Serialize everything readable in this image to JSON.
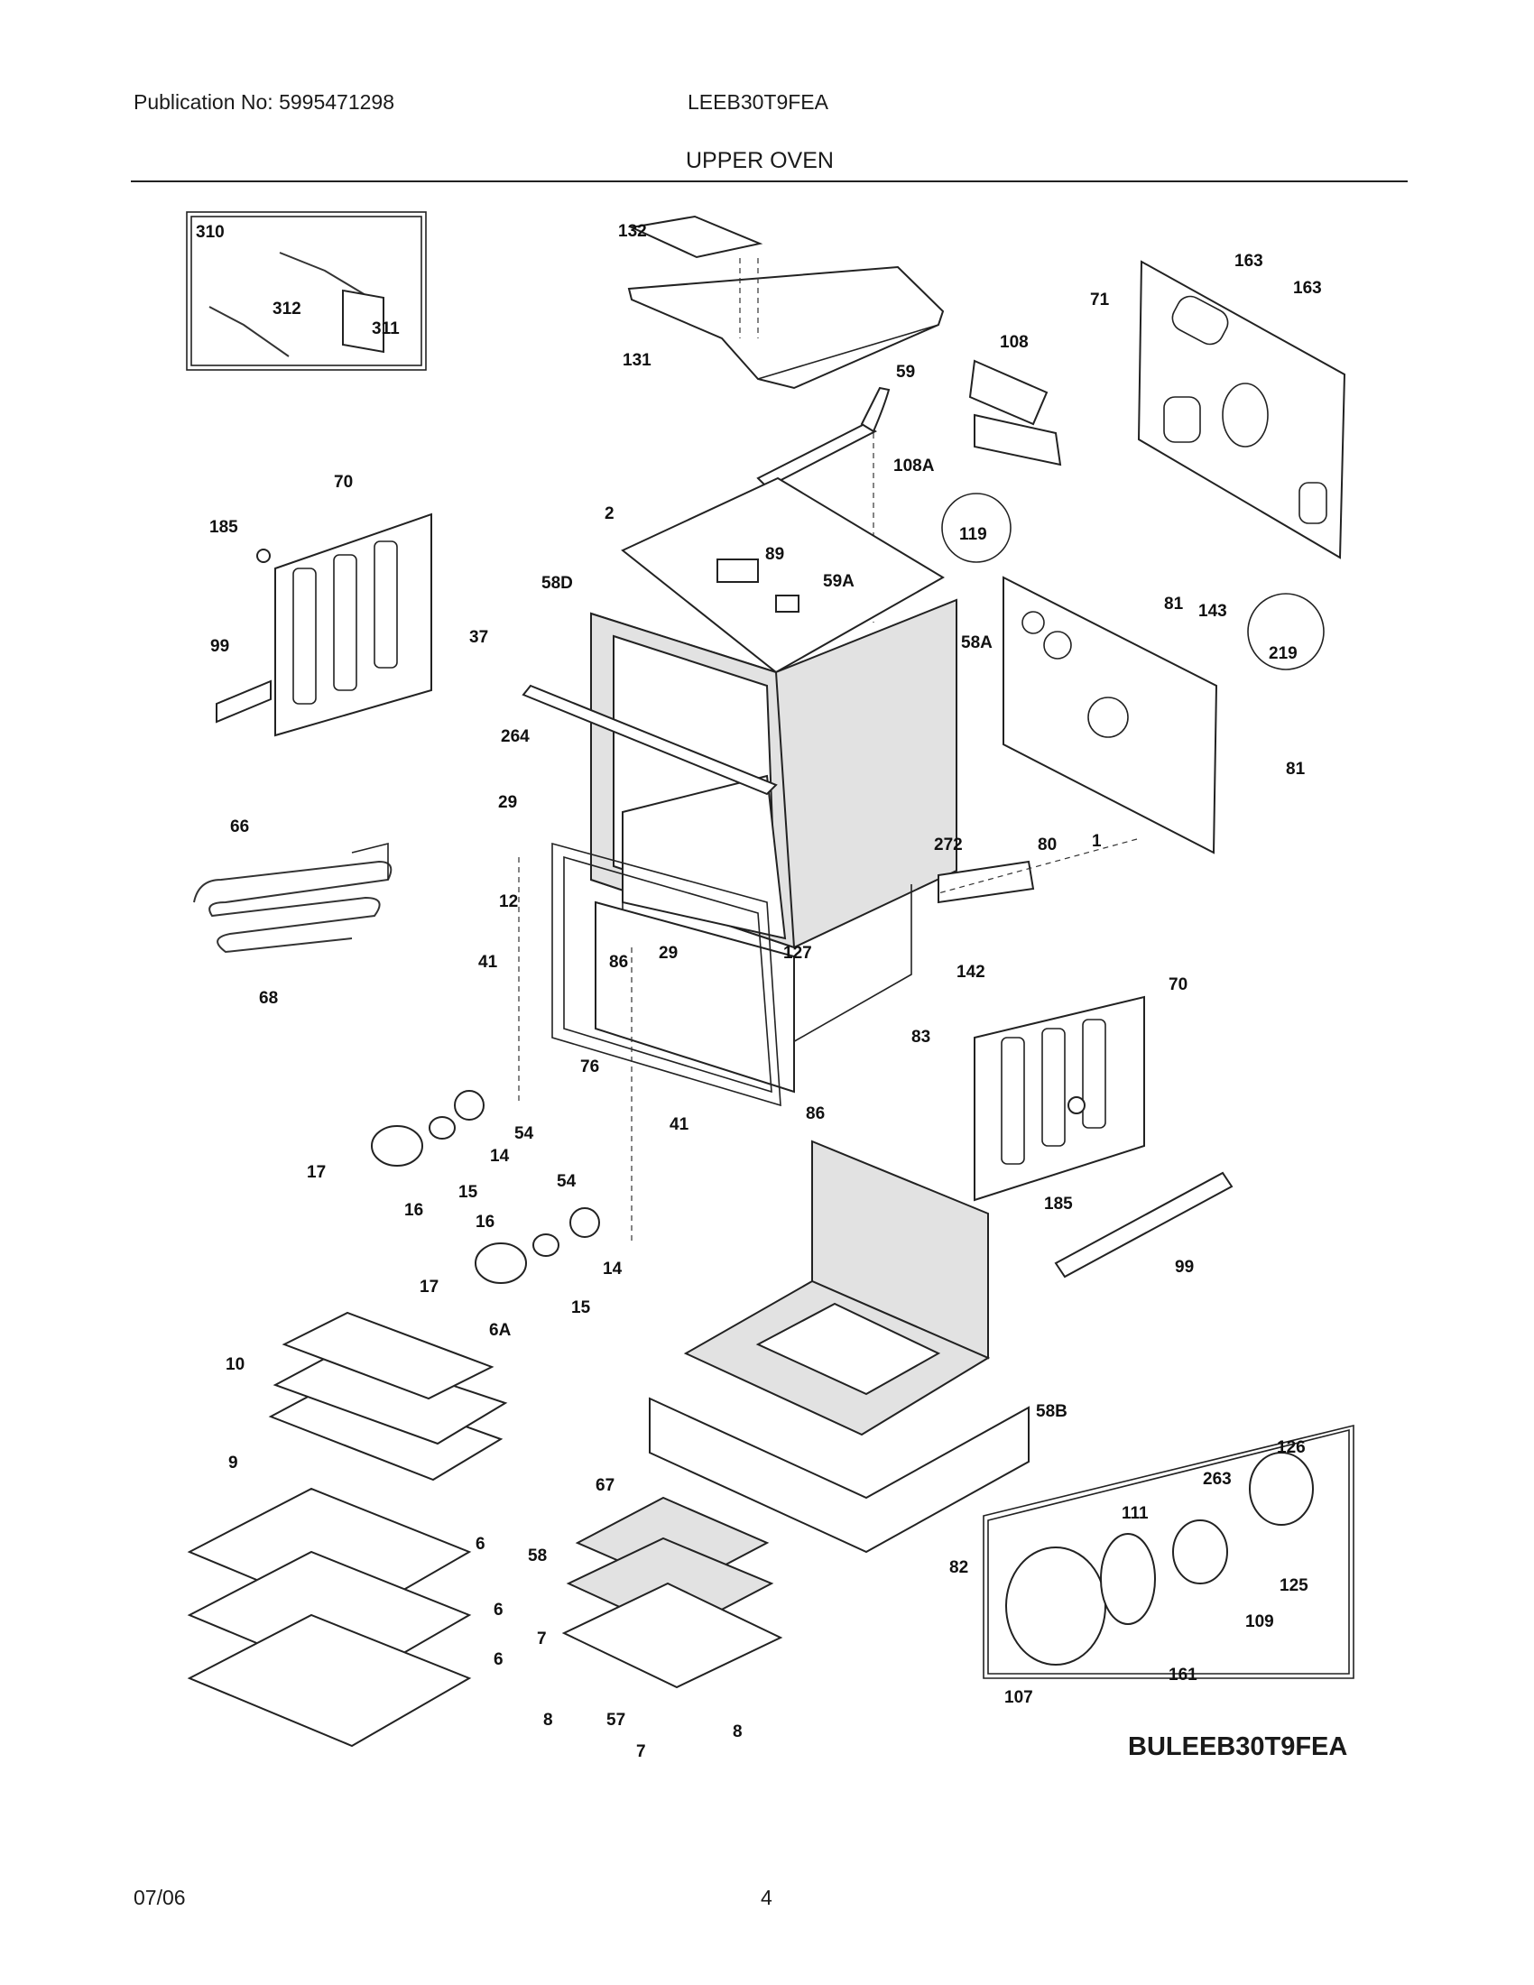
{
  "header": {
    "publication": "Publication No: 5995471298",
    "model": "LEEB30T9FEA",
    "section_title": "UPPER OVEN"
  },
  "footer": {
    "date": "07/06",
    "page_number": "4"
  },
  "diagram_code": "BULEEB30T9FEA",
  "callouts": [
    {
      "id": "c310",
      "text": "310"
    },
    {
      "id": "c312",
      "text": "312"
    },
    {
      "id": "c311",
      "text": "311"
    },
    {
      "id": "c132",
      "text": "132"
    },
    {
      "id": "c131",
      "text": "131"
    },
    {
      "id": "c59",
      "text": "59"
    },
    {
      "id": "c163a",
      "text": "163"
    },
    {
      "id": "c163b",
      "text": "163"
    },
    {
      "id": "c71",
      "text": "71"
    },
    {
      "id": "c108",
      "text": "108"
    },
    {
      "id": "c108A",
      "text": "108A"
    },
    {
      "id": "c119",
      "text": "119"
    },
    {
      "id": "c70a",
      "text": "70"
    },
    {
      "id": "c185a",
      "text": "185"
    },
    {
      "id": "c99a",
      "text": "99"
    },
    {
      "id": "c2",
      "text": "2"
    },
    {
      "id": "c89",
      "text": "89"
    },
    {
      "id": "c58D",
      "text": "58D"
    },
    {
      "id": "c59A",
      "text": "59A"
    },
    {
      "id": "c58A",
      "text": "58A"
    },
    {
      "id": "c81a",
      "text": "81"
    },
    {
      "id": "c143",
      "text": "143"
    },
    {
      "id": "c219",
      "text": "219"
    },
    {
      "id": "c37",
      "text": "37"
    },
    {
      "id": "c264",
      "text": "264"
    },
    {
      "id": "c81b",
      "text": "81"
    },
    {
      "id": "c29a",
      "text": "29"
    },
    {
      "id": "c66",
      "text": "66"
    },
    {
      "id": "c12",
      "text": "12"
    },
    {
      "id": "c272",
      "text": "272"
    },
    {
      "id": "c80",
      "text": "80"
    },
    {
      "id": "c1",
      "text": "1"
    },
    {
      "id": "c29b",
      "text": "29"
    },
    {
      "id": "c127",
      "text": "127"
    },
    {
      "id": "c142",
      "text": "142"
    },
    {
      "id": "c68",
      "text": "68"
    },
    {
      "id": "c41a",
      "text": "41"
    },
    {
      "id": "c86a",
      "text": "86"
    },
    {
      "id": "c70b",
      "text": "70"
    },
    {
      "id": "c76",
      "text": "76"
    },
    {
      "id": "c83",
      "text": "83"
    },
    {
      "id": "c41b",
      "text": "41"
    },
    {
      "id": "c86b",
      "text": "86"
    },
    {
      "id": "c54a",
      "text": "54"
    },
    {
      "id": "c14a",
      "text": "14"
    },
    {
      "id": "c17a",
      "text": "17"
    },
    {
      "id": "c15a",
      "text": "15"
    },
    {
      "id": "c16a",
      "text": "16"
    },
    {
      "id": "c185b",
      "text": "185"
    },
    {
      "id": "c54b",
      "text": "54"
    },
    {
      "id": "c16b",
      "text": "16"
    },
    {
      "id": "c99b",
      "text": "99"
    },
    {
      "id": "c14b",
      "text": "14"
    },
    {
      "id": "c17b",
      "text": "17"
    },
    {
      "id": "c15b",
      "text": "15"
    },
    {
      "id": "c6A",
      "text": "6A"
    },
    {
      "id": "c10",
      "text": "10"
    },
    {
      "id": "c58B",
      "text": "58B"
    },
    {
      "id": "c9",
      "text": "9"
    },
    {
      "id": "c126",
      "text": "126"
    },
    {
      "id": "c67",
      "text": "67"
    },
    {
      "id": "c263",
      "text": "263"
    },
    {
      "id": "c111",
      "text": "111"
    },
    {
      "id": "c6a",
      "text": "6"
    },
    {
      "id": "c58",
      "text": "58"
    },
    {
      "id": "c82",
      "text": "82"
    },
    {
      "id": "c125",
      "text": "125"
    },
    {
      "id": "c6b",
      "text": "6"
    },
    {
      "id": "c109",
      "text": "109"
    },
    {
      "id": "c7a",
      "text": "7"
    },
    {
      "id": "c6c",
      "text": "6"
    },
    {
      "id": "c161",
      "text": "161"
    },
    {
      "id": "c107",
      "text": "107"
    },
    {
      "id": "c8a",
      "text": "8"
    },
    {
      "id": "c57",
      "text": "57"
    },
    {
      "id": "c8b",
      "text": "8"
    },
    {
      "id": "c7b",
      "text": "7"
    }
  ]
}
